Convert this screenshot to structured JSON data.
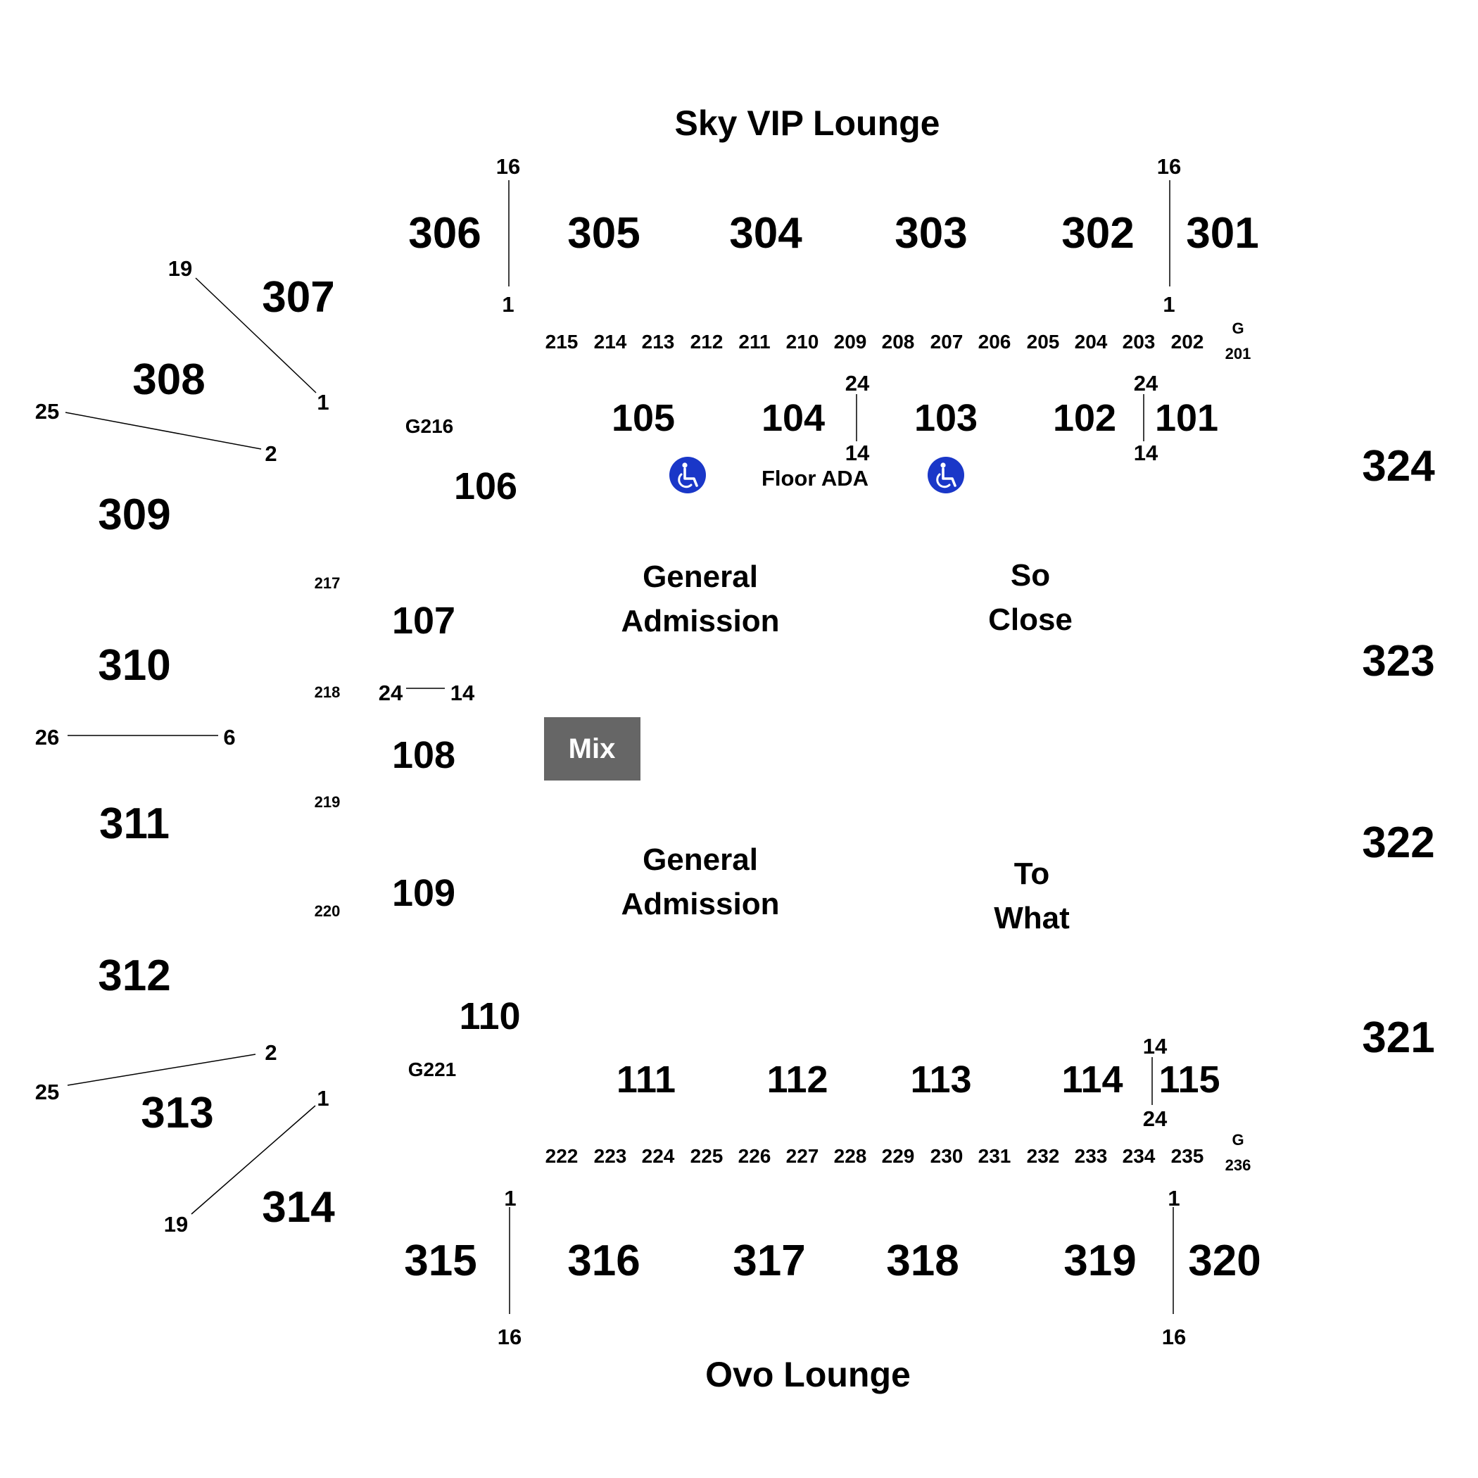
{
  "title_top": "Sky VIP Lounge",
  "title_bottom": "Ovo Lounge",
  "sections_300_top": [
    "306",
    "305",
    "304",
    "303",
    "302",
    "301"
  ],
  "sections_300_left": [
    "307",
    "308",
    "309",
    "310",
    "311",
    "312",
    "313",
    "314"
  ],
  "sections_300_bottom": [
    "315",
    "316",
    "317",
    "318",
    "319",
    "320"
  ],
  "sections_300_right": [
    "324",
    "323",
    "322",
    "321"
  ],
  "sections_200_top": [
    "215",
    "214",
    "213",
    "212",
    "211",
    "210",
    "209",
    "208",
    "207",
    "206",
    "205",
    "204",
    "203",
    "202"
  ],
  "sections_200_left": [
    "217",
    "218",
    "219",
    "220"
  ],
  "sections_200_bottom": [
    "222",
    "223",
    "224",
    "225",
    "226",
    "227",
    "228",
    "229",
    "230",
    "231",
    "232",
    "233",
    "234",
    "235"
  ],
  "g_top_right": {
    "g": "G",
    "num": "201"
  },
  "g_bottom_right": {
    "g": "G",
    "num": "236"
  },
  "g_left_top": "G216",
  "g_left_bottom": "G221",
  "sections_100_top": [
    "105",
    "104",
    "103",
    "102",
    "101"
  ],
  "sections_100_left": [
    "106",
    "107",
    "108",
    "109",
    "110"
  ],
  "sections_100_bottom": [
    "111",
    "112",
    "113",
    "114",
    "115"
  ],
  "floor": {
    "ada": "Floor ADA",
    "ga_top": [
      "General",
      "Admission"
    ],
    "ga_bottom": [
      "General",
      "Admission"
    ],
    "so_close": [
      "So",
      "Close"
    ],
    "to_what": [
      "To",
      "What"
    ],
    "mix": "Mix"
  },
  "row_markers": {
    "top_306_305": [
      "16",
      "1"
    ],
    "top_302_301": [
      "16",
      "1"
    ],
    "left_307": [
      "19",
      "1"
    ],
    "left_308": [
      "25",
      "2"
    ],
    "left_310_311": [
      "26",
      "6"
    ],
    "left_312_313": [
      "25",
      "2"
    ],
    "left_314": [
      "19",
      "1"
    ],
    "bottom_315_316": [
      "1",
      "16"
    ],
    "bottom_319_320": [
      "1",
      "16"
    ],
    "floor_104_103": [
      "24",
      "14"
    ],
    "floor_102_101": [
      "24",
      "14"
    ],
    "floor_107_108": [
      "24",
      "14"
    ],
    "floor_114_115": [
      "14",
      "24"
    ]
  },
  "colors": {
    "text": "#000000",
    "ada": "#1a37c8",
    "mix": "#666666",
    "background": "#ffffff"
  },
  "icons": [
    "wheelchair-icon",
    "wheelchair-icon"
  ]
}
